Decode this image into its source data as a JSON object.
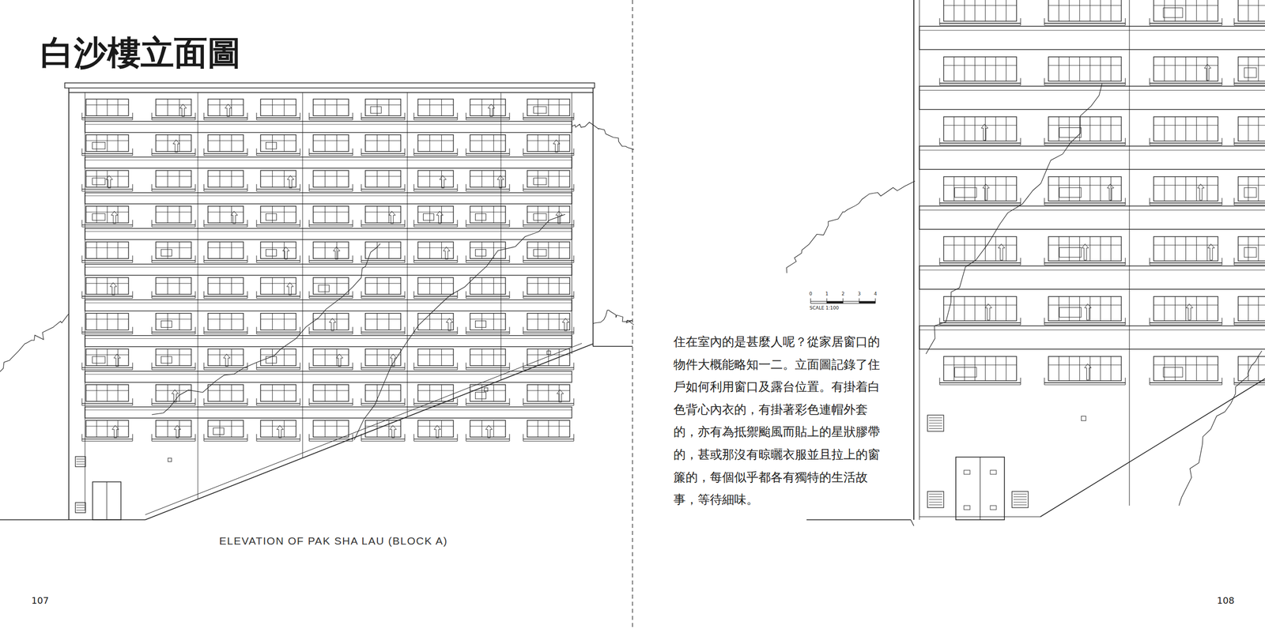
{
  "diagram": {
    "title": "白沙樓立面圖",
    "caption": "ELEVATION OF PAK SHA LAU (BLOCK A)",
    "labels": [
      "住在室內的是甚麼人呢？從家居窗口的物件大概能略知一二。立面圖記錄了住戶如何利用窗口及露台位置。有掛着白色背心內衣的，有掛著彩色連帽外套的，亦有為抵禦颱風而貼上的星狀膠帶的，甚或那沒有晾曬衣服並且拉上的窗簾的，每個似乎都各有獨特的生活故事，等待細味。",
      "107",
      "108",
      "0",
      "1",
      "2",
      "3",
      "4",
      "SCALE 1:100"
    ]
  }
}
